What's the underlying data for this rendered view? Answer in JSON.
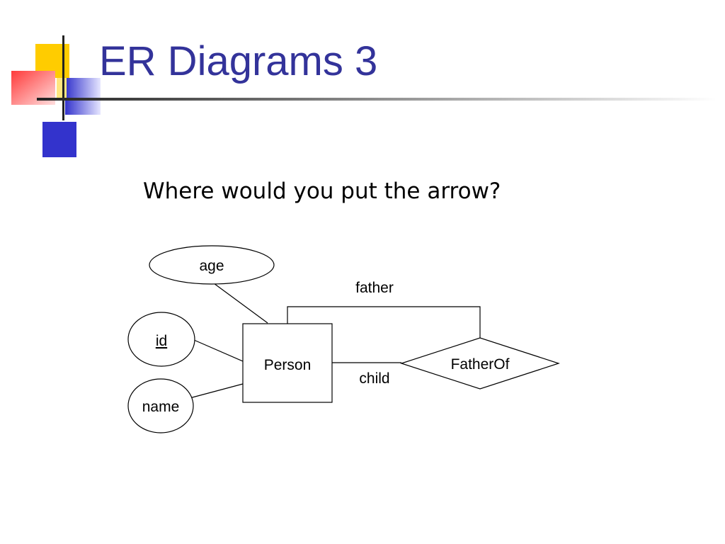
{
  "slide": {
    "title": "ER Diagrams 3",
    "question": "Where would you put the arrow?"
  },
  "diagram": {
    "entity": {
      "label": "Person"
    },
    "relationship": {
      "label": "FatherOf"
    },
    "attributes": [
      {
        "label": "age",
        "key": false
      },
      {
        "label": "id",
        "key": true
      },
      {
        "label": "name",
        "key": false
      }
    ],
    "roles": {
      "top": "father",
      "bottom": "child"
    }
  },
  "colors": {
    "title": "#33339a",
    "deco_yellow": "#ffcc00",
    "deco_red": "#ff4444",
    "deco_blue": "#3333cc"
  }
}
